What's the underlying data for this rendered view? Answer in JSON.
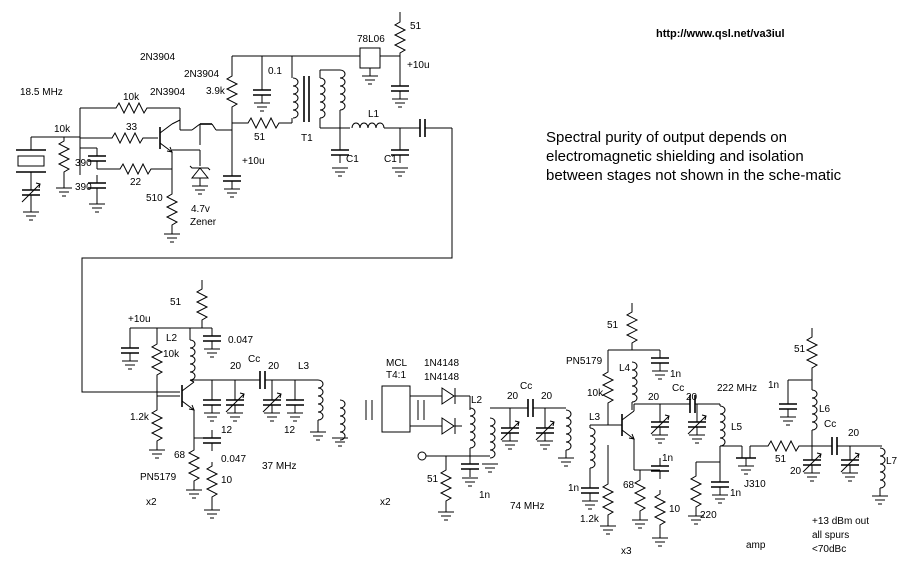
{
  "header": {
    "url": "http://www.qsl.net/va3iul"
  },
  "note": "Spectral purity of output depends on electromagnetic shielding and isolation between stages not shown in the sche-matic",
  "labels": {
    "osc_freq": "18.5 MHz",
    "q_a": "2N3904",
    "q_b": "2N3904",
    "q_c": "2N3904",
    "reg": "78L06",
    "r_10k_a": "10k",
    "r_10k_b": "10k",
    "r_33": "33",
    "r_22": "22",
    "c_390_a": "390",
    "c_390_b": "390",
    "r_510": "510",
    "r_3k9": "3.9k",
    "r_51_a": "51",
    "c_01": "0.1",
    "t1": "T1",
    "l1": "L1",
    "c1_a": "C1",
    "c1_b": "C1",
    "c_10u_a": "+10u",
    "c_10u_b": "+10u",
    "r_51_b": "51",
    "zener_v": "4.7v",
    "zener": "Zener",
    "r_51_c": "51",
    "c_10u_c": "+10u",
    "l2_a": "L2",
    "r_10k_c": "10k",
    "c_047_a": "0.047",
    "cc_a": "Cc",
    "c_20_a": "20",
    "c_20_b": "20",
    "l3_a": "L3",
    "c_12_a": "12",
    "c_12_b": "12",
    "r_1k2_a": "1.2k",
    "r_68_a": "68",
    "c_047_b": "0.047",
    "r_10_a": "10",
    "q_d": "PN5179",
    "freq_37": "37 MHz",
    "mult_a": "x2",
    "mcl": "MCL",
    "t41": "T4:1",
    "d1": "1N4148",
    "d2": "1N4148",
    "l2_b": "L2",
    "r_51_d": "51",
    "c_1n_a": "1n",
    "mult_b": "x2",
    "cc_b": "Cc",
    "c_20_c": "20",
    "c_20_d": "20",
    "freq_74": "74 MHz",
    "r_51_e": "51",
    "q_e": "PN5179",
    "l4": "L4",
    "c_1n_b": "1n",
    "r_10k_d": "10k",
    "cc_c": "Cc",
    "c_20_e": "20",
    "c_20_f": "20",
    "freq_222": "222 MHz",
    "l3_b": "L3",
    "l5": "L5",
    "c_1n_c": "1n",
    "r_1k2_b": "1.2k",
    "r_68_b": "68",
    "r_10_b": "10",
    "c_1n_d": "1n",
    "c_1n_e": "1n",
    "r_220": "220",
    "mult_c": "x3",
    "amp": "amp",
    "r_51_f": "51",
    "j310": "J310",
    "c_20_g": "20",
    "r_51_g": "51",
    "c_1n_f": "1n",
    "l6": "L6",
    "cc_d": "Cc",
    "c_20_h": "20",
    "l7": "L7",
    "out_1": "+13 dBm out",
    "out_2": "all spurs",
    "out_3": "<70dBc"
  }
}
